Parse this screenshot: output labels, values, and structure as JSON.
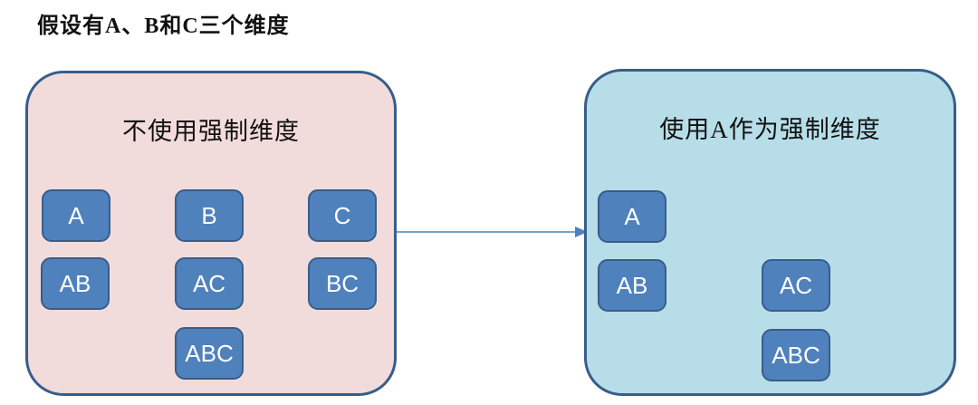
{
  "page_title": "假设有A、B和C三个维度",
  "left_panel": {
    "title": "不使用强制维度",
    "nodes": [
      "A",
      "B",
      "C",
      "AB",
      "AC",
      "BC",
      "ABC"
    ]
  },
  "right_panel": {
    "title": "使用A作为强制维度",
    "nodes": [
      "A",
      "AB",
      "AC",
      "ABC"
    ]
  },
  "colors": {
    "background": "#FFFFFF",
    "panel_left_fill": "#F2DCDB",
    "panel_right_fill": "#B7DEE8",
    "panel_border": "#385D8A",
    "node_fill": "#4F81BD",
    "node_border": "#385D8A",
    "node_text": "#FFFFFF",
    "arrow": "#4F81BD",
    "title_text": "#111111"
  }
}
